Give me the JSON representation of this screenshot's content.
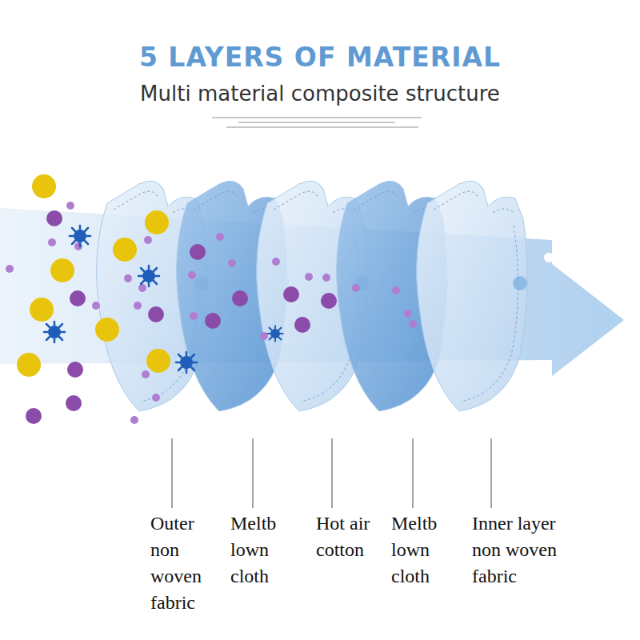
{
  "diagram": {
    "title": "5 LAYERS OF MATERIAL",
    "labels": [
      "Multi material composite structure",
      "Outer non woven fabric",
      "Meltb lown cloth",
      "Hot air cotton",
      "Meltb lown cloth",
      "Inner layer non woven fabric"
    ]
  }
}
